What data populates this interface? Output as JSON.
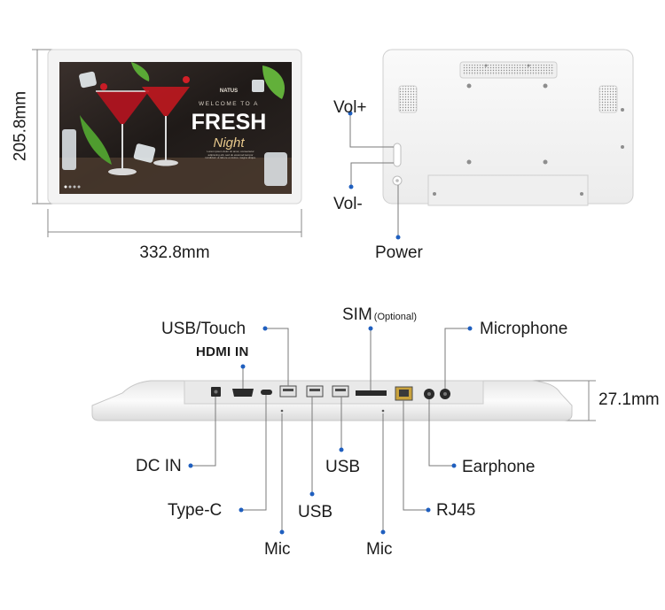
{
  "front": {
    "height_dim": "205.8mm",
    "width_dim": "332.8mm",
    "screen": {
      "brand": "NATUS",
      "tagline": "WELCOME TO A",
      "headline": "FRESH",
      "subheadline": "Night",
      "blurb": "Lorem ipsum dolor sit amet, consectetur adipiscing elit, sed do eiusmod tempor incididunt ut labore et dolore magna aliqua."
    }
  },
  "back": {
    "vol_up": "Vol+",
    "vol_down": "Vol-",
    "power": "Power"
  },
  "bottom": {
    "usb_touch": "USB/Touch",
    "hdmi_in": "HDMI IN",
    "sim": "SIM",
    "sim_note": "(Optional)",
    "microphone": "Microphone",
    "thickness_dim": "27.1mm",
    "dc_in": "DC IN",
    "type_c": "Type-C",
    "mic_left": "Mic",
    "usb_left": "USB",
    "usb_right": "USB",
    "mic_right": "Mic",
    "rj45": "RJ45",
    "earphone": "Earphone"
  },
  "colors": {
    "accent_dot": "#1f5fbf",
    "leader_line": "#7a7a7a",
    "device_white": "#f4f4f4"
  }
}
